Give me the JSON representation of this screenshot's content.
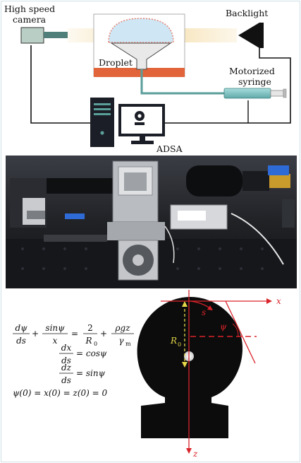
{
  "schematic": {
    "camera_label_line1": "High speed",
    "camera_label_line2": "camera",
    "backlight_label": "Backlight",
    "droplet_label": "Droplet",
    "syringe_label_line1": "Motorized",
    "syringe_label_line2": "syringe",
    "adsa_label": "ADSA"
  },
  "equations": {
    "eq1_lhs_a_num": "dψ",
    "eq1_lhs_a_den": "ds",
    "eq1_plus1": "+",
    "eq1_lhs_b_num": "sinψ",
    "eq1_lhs_b_den": "x",
    "eq1_equals": "=",
    "eq1_rhs_a_num": "2",
    "eq1_rhs_a_den": "R",
    "eq1_rhs_a_den_sub": "0",
    "eq1_plus2": "+",
    "eq1_rhs_b_num": "ρgz",
    "eq1_rhs_b_den": "γ",
    "eq1_rhs_b_den_sub": "m",
    "eq2_num": "dx",
    "eq2_den": "ds",
    "eq2_rhs": "= cosψ",
    "eq3_num": "dz",
    "eq3_den": "ds",
    "eq3_rhs": "= sinψ",
    "eq4": "ψ(0) = x(0) = z(0) = 0"
  },
  "droplet_axes": {
    "x_label": "x",
    "z_label": "z",
    "s_label": "s",
    "psi_label": "ψ",
    "r0_label": "R",
    "r0_sub": "0"
  },
  "colors": {
    "accent_red": "#d9232a",
    "line_teal": "#5a9e9a",
    "syringe_teal": "#7fc4c4",
    "hotplate_orange": "#e2643a"
  }
}
